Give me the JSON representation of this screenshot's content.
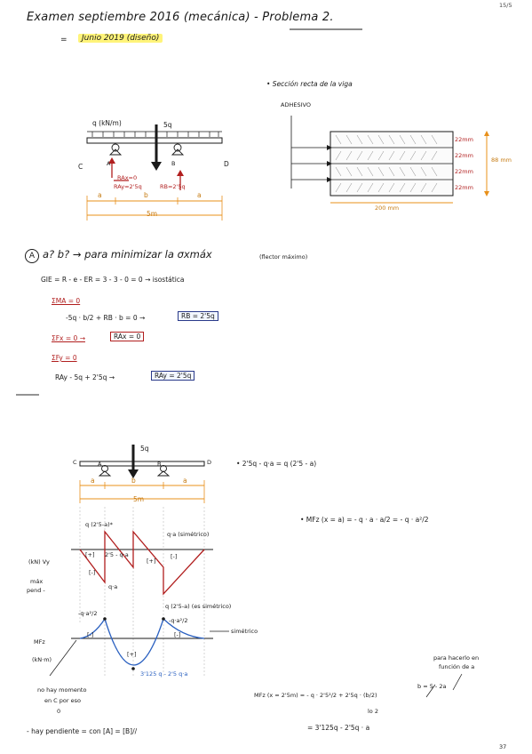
{
  "page": {
    "corner_date": "15/5",
    "page_number": "37"
  },
  "header": {
    "title": "Examen septiembre 2016 (mecánica) - Problema 2.",
    "subtitle_prefix": "=",
    "subtitle": "Junio 2019 (diseño)"
  },
  "beam_top": {
    "load_label": "q (kN/m)",
    "point_load": "5q",
    "label_c": "C",
    "label_d": "D",
    "label_a": "A",
    "label_b": "B",
    "rax": "RAx=0",
    "ray": "RAy=2'5q",
    "rb": "RB=2'5q",
    "dim_a1": "a",
    "dim_b": "b",
    "dim_a2": "a",
    "total": "5m"
  },
  "section": {
    "title": "• Sección recta de la viga",
    "adhesive": "ADHESIVO",
    "layers": [
      "22mm",
      "22mm",
      "22mm",
      "22mm"
    ],
    "height": "88 mm",
    "width": "200 mm"
  },
  "part_a": {
    "heading_num": "A",
    "heading": "a? b? → para minimizar la σxmáx",
    "heading_note": "(flector máximo)",
    "gih": "GIE = R - e - ER = 3 - 3 - 0 = 0 → isostática",
    "sum_ma": "ΣMA = 0",
    "eq1": "-5q · b/2 + RB · b = 0 →",
    "res1": "RB = 2'5q",
    "sum_fx": "ΣFx = 0 →",
    "res2": "RAx = 0",
    "sum_fy": "ΣFy = 0",
    "eq3": "RAy - 5q + 2'5q →",
    "res3": "RAy = 2'5q"
  },
  "beam_bottom": {
    "point_load": "5q",
    "label_c": "C",
    "label_a": "A",
    "label_b": "B",
    "label_d": "D",
    "dim_a1": "a",
    "dim_b": "b",
    "dim_a2": "a",
    "total": "5m",
    "shear_note": "• 2'5q - q·a = q (2'5 - a)"
  },
  "diagrams": {
    "vy_label": "(kN) Vy",
    "vy_note1": "máx",
    "vy_note2": "pend -",
    "v_top_left": "q (2'5-a)*",
    "v_top_right": "q·a (simétrico)",
    "v_val1": "2'5 - q·a",
    "v_tag1": "[+]",
    "v_tag2": "[+]",
    "v_tag3": "[-]",
    "v_tag4": "[-]",
    "v_qa": "q·a",
    "v_mid_right": "q (2'5-a) (es simétrico)",
    "mf_label": "MFz",
    "mf_unit": "(kN·m)",
    "mf_left": "-q·a²/2",
    "mf_right": "-q·a²/2",
    "mf_sym": "simétrico",
    "mf_tag1": "[-]",
    "mf_tag2": "[+]",
    "mf_tag3": "[-]",
    "mf_mid": "3'125 q - 2'5 q·a",
    "note_c1": "no hay momento",
    "note_c2": "en C por eso",
    "note_c3": "0",
    "pendiente": "- hay pendiente = con [A] = [B]//"
  },
  "right_eqs": {
    "mfz_eq": "• MFz (x = a) = - q · a · a/2 = - q · a²/2",
    "side_note1": "para hacerlo en",
    "side_note2": "función de a",
    "mfz2": "MFz (x = 2'5m) = - q · 2'5²/2 + 2'5q · (b/2)",
    "b_rel": "b = 5 - 2a",
    "under_note": "lo 2",
    "result": "= 3'125q - 2'5q · a"
  }
}
